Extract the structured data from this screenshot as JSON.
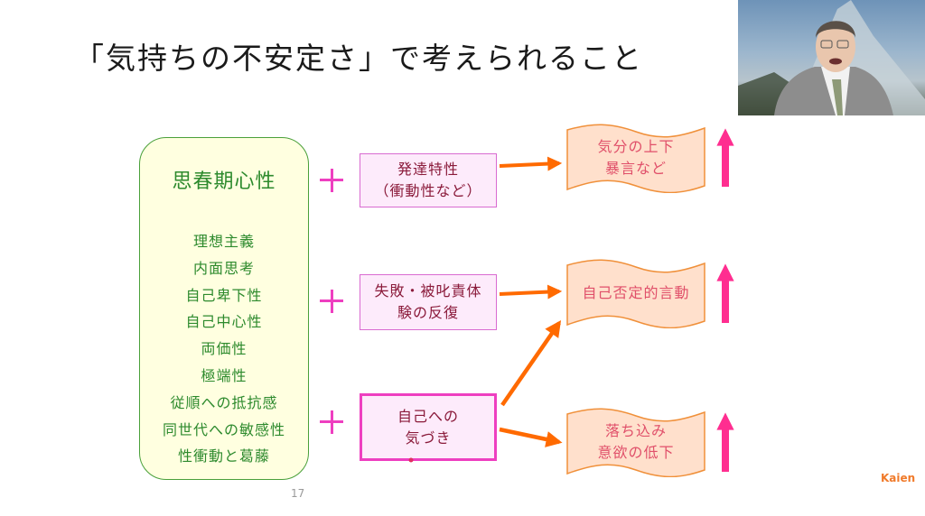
{
  "slide": {
    "title": "「気持ちの不安定さ」で考えられること",
    "page_number": "17",
    "logo_text": "Kaien",
    "colors": {
      "green_text": "#2d8a2d",
      "green_border": "#4aa03a",
      "green_fill": "#ffffe0",
      "pink_plus": "#ee3fc0",
      "pink_fill": "#fdebfb",
      "dark_red_text": "#8a1a3a",
      "orange_arrow": "#ff6a00",
      "scroll_fill": "#ffe0cc",
      "scroll_border": "#f0903a",
      "scroll_text": "#e0506a",
      "up_arrow": "#ff2e90"
    }
  },
  "adolescent_box": {
    "heading": "思春期心性",
    "items": [
      "理想主義",
      "内面思考",
      "自己卑下性",
      "自己中心性",
      "両価性",
      "極端性",
      "従順への抵抗感",
      "同世代への敏感性",
      "性衝動と葛藤"
    ]
  },
  "factors": [
    {
      "line1": "発達特性",
      "line2": "（衝動性など）"
    },
    {
      "line1": "失敗・被叱責体",
      "line2": "験の反復"
    },
    {
      "line1": "自己への",
      "line2": "気づき"
    }
  ],
  "outcomes": [
    {
      "line1": "気分の上下",
      "line2": "暴言など",
      "trend": "increase"
    },
    {
      "line1": "自己否定的言動",
      "line2": "",
      "trend": "increase"
    },
    {
      "line1": "落ち込み",
      "line2": "意欲の低下",
      "trend": "increase"
    }
  ],
  "webcam": {
    "label": "presenter-video"
  }
}
